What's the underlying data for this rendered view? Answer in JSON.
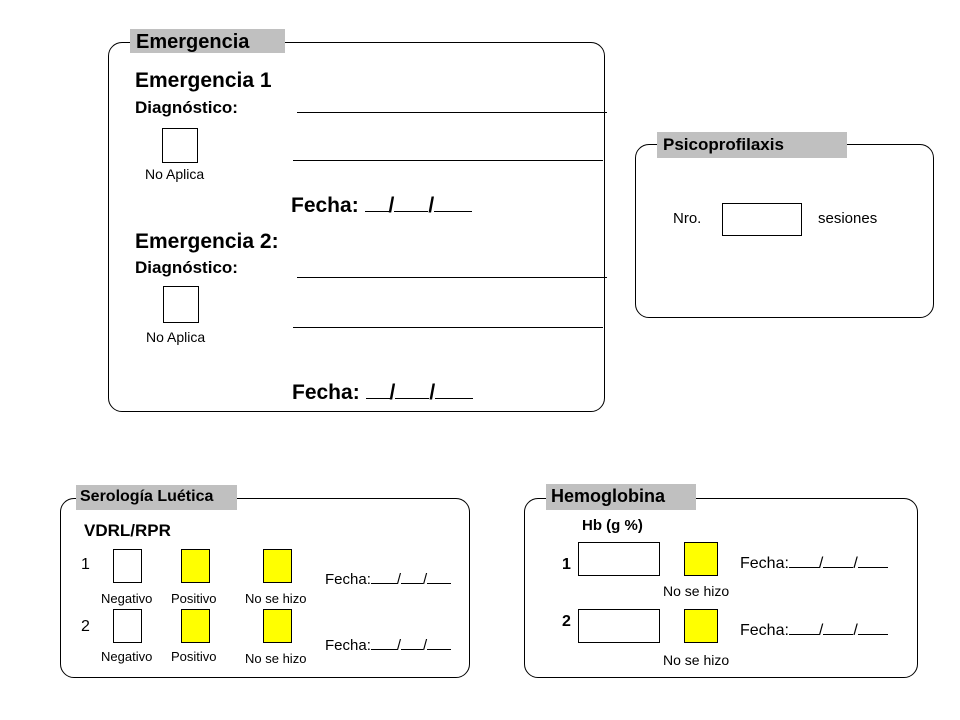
{
  "emergencia": {
    "title": "Emergencia",
    "e1_heading": "Emergencia 1",
    "e2_heading": "Emergencia 2:",
    "diag_label": "Diagnóstico:",
    "no_aplica": "No Aplica",
    "fecha_label": "Fecha:"
  },
  "psicoprofilaxis": {
    "title": "Psicoprofilaxis",
    "nro_label": "Nro.",
    "sesiones_label": "sesiones"
  },
  "serologia": {
    "title": "Serología Luética",
    "subtitle": "VDRL/RPR",
    "rows": [
      "1",
      "2"
    ],
    "negativo": "Negativo",
    "positivo": "Positivo",
    "no_se_hizo": "No se hizo",
    "fecha_label": "Fecha:"
  },
  "hemoglobina": {
    "title": "Hemoglobina",
    "subtitle": "Hb (g %)",
    "rows": [
      "1",
      "2"
    ],
    "no_se_hizo": "No se hizo",
    "fecha_label": "Fecha:"
  },
  "colors": {
    "title_bg": "#c0c0c0",
    "highlight": "#ffff00"
  }
}
